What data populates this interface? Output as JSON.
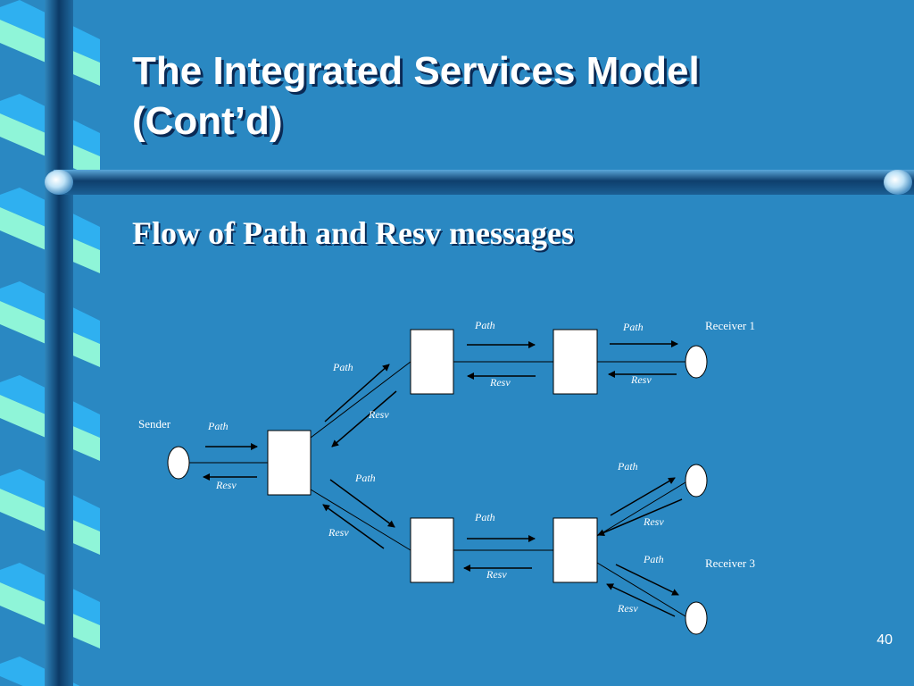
{
  "slide": {
    "title_line1": "The Integrated Services Model",
    "title_line2": "(Cont’d)",
    "subtitle": "Flow of Path and Resv messages",
    "page_number": "40"
  },
  "diagram": {
    "sender_label": "Sender",
    "receiver1_label": "Receiver 1",
    "receiver3_label": "Receiver 3",
    "path_label": "Path",
    "resv_label": "Resv"
  },
  "colors": {
    "background": "#2a88c2",
    "stripe_light": "#8ff5d8",
    "stripe_blue": "#2fb0f0",
    "bar_dark": "#0e3f6d",
    "text": "#ffffff"
  }
}
